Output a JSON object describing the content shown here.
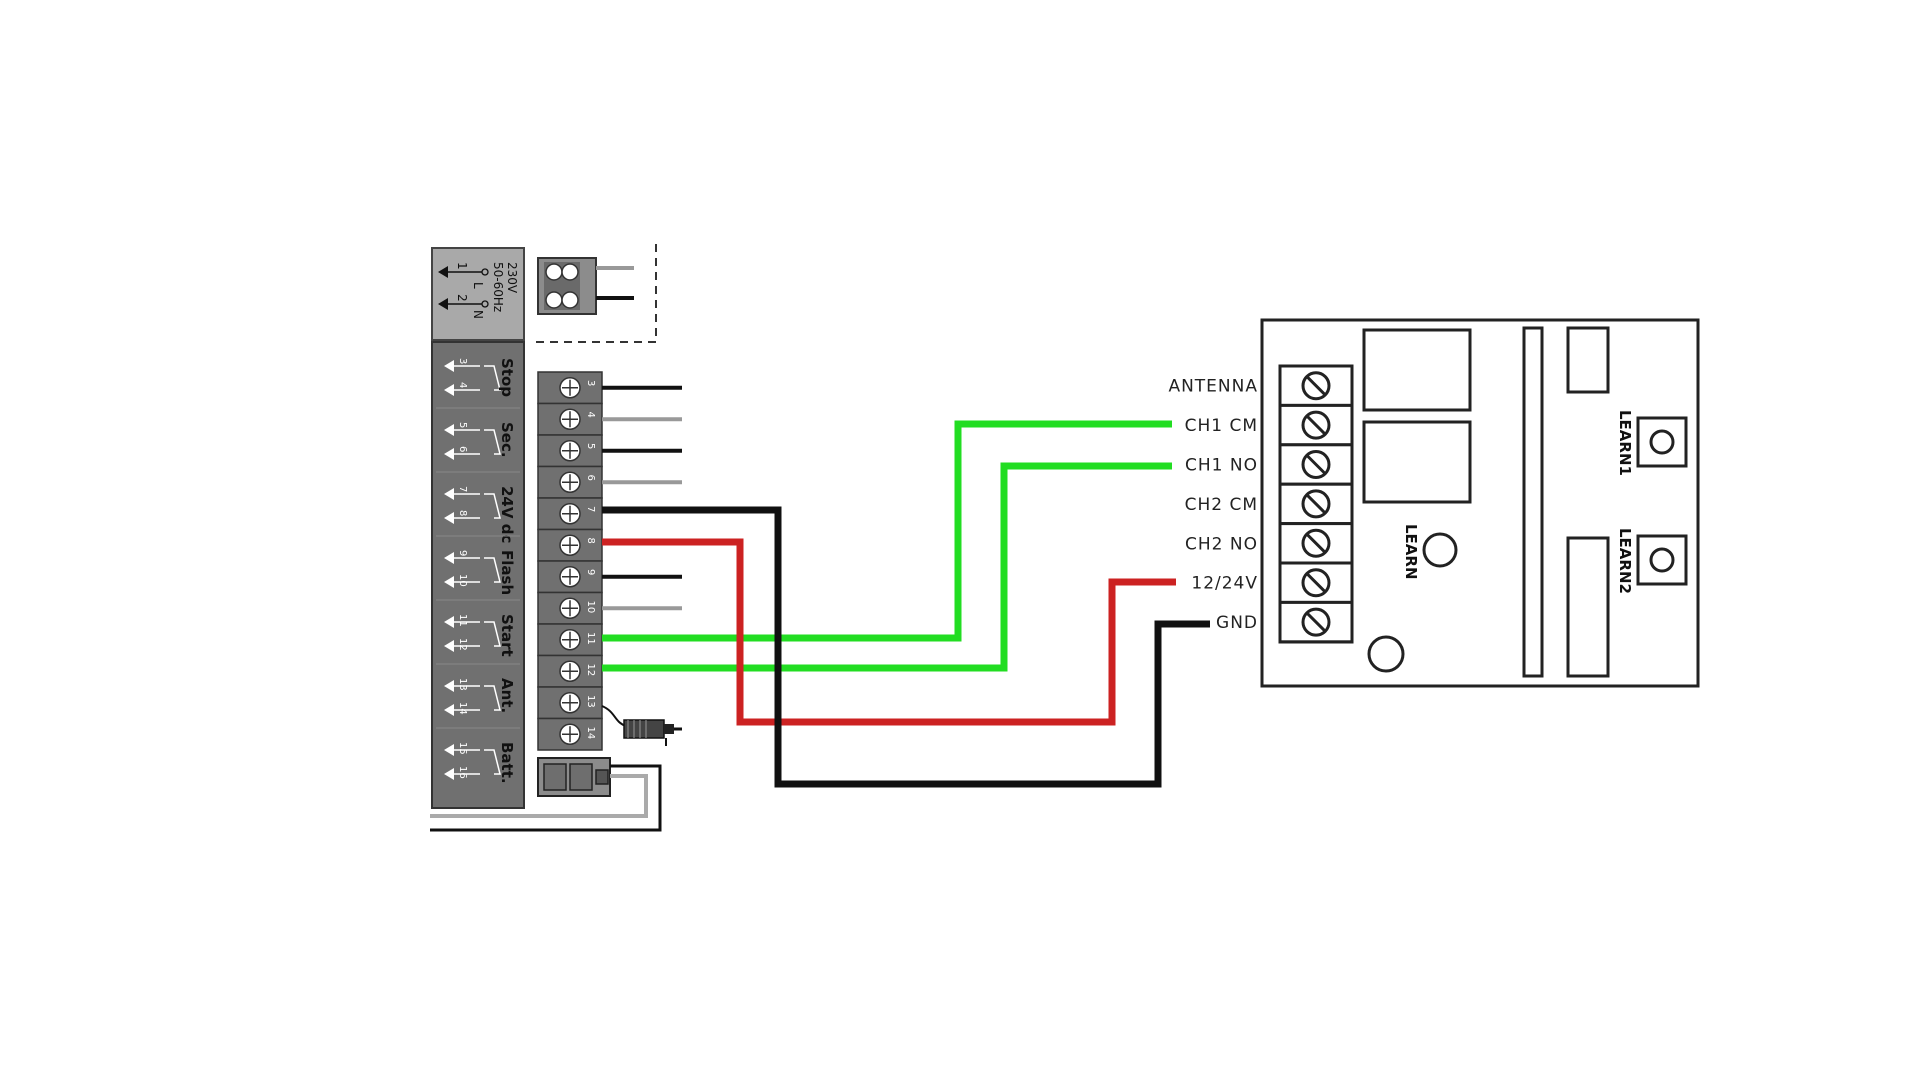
{
  "colors": {
    "green": "#22dd22",
    "red": "#cc2222",
    "black": "#111111",
    "grey": "#999999",
    "panel": "#707070",
    "mains_panel": "#a9a9a9"
  },
  "controller": {
    "mains_voltage": "230V",
    "mains_freq": "50-60Hz",
    "mains_L": "L",
    "mains_N": "N",
    "mains_pin1": "1",
    "mains_pin2": "2",
    "groups": [
      {
        "label": "Stop",
        "pins": [
          "3",
          "4"
        ]
      },
      {
        "label": "Sec.",
        "pins": [
          "5",
          "6"
        ]
      },
      {
        "label": "24V dc",
        "pins": [
          "7",
          "8"
        ]
      },
      {
        "label": "Flash",
        "pins": [
          "9",
          "10"
        ]
      },
      {
        "label": "Start",
        "pins": [
          "11",
          "12"
        ]
      },
      {
        "label": "Ant.",
        "pins": [
          "13",
          "14"
        ]
      },
      {
        "label": "Batt.",
        "pins": [
          "15",
          "16"
        ]
      }
    ],
    "terminal_pins": [
      "3",
      "4",
      "5",
      "6",
      "7",
      "8",
      "9",
      "10",
      "11",
      "12",
      "13",
      "14"
    ]
  },
  "receiver": {
    "terminals": [
      "ANTENNA",
      "CH1 CM",
      "CH1 NO",
      "CH2 CM",
      "CH2 NO",
      "12/24V",
      "GND"
    ],
    "learn_label": "LEARN",
    "learn1_label": "LEARN1",
    "learn2_label": "LEARN2"
  }
}
